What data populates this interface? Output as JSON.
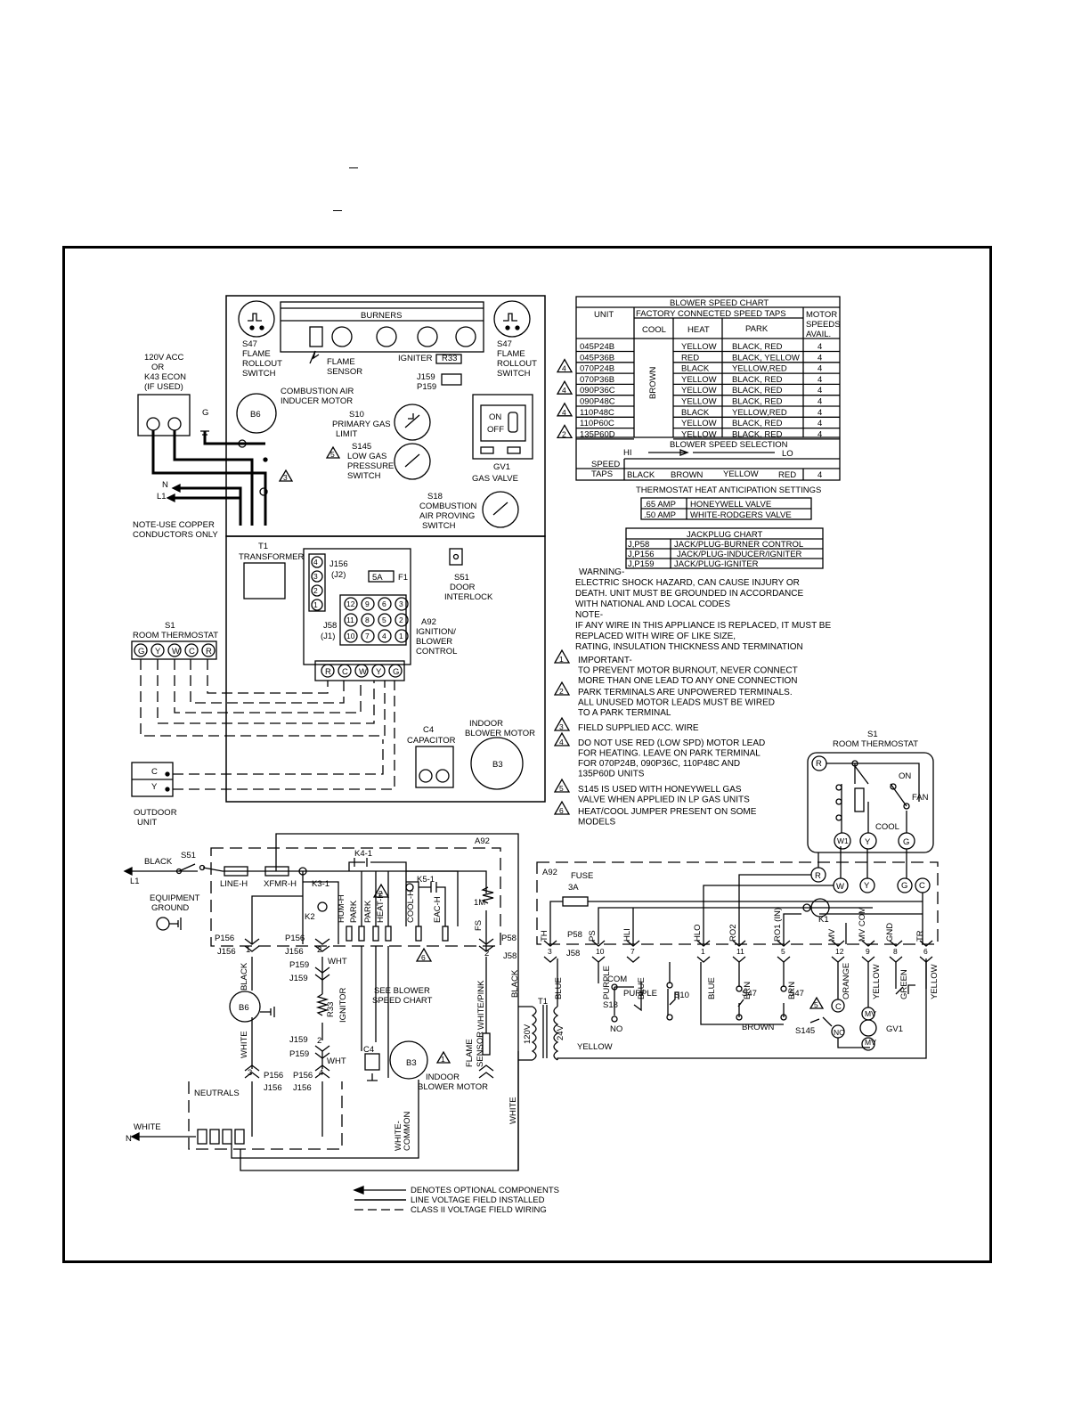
{
  "unit_panel": {
    "burners": "BURNERS",
    "s47_left": [
      "S47",
      "FLAME",
      "ROLLOUT",
      "SWITCH"
    ],
    "s47_right": [
      "S47",
      "FLAME",
      "ROLLOUT",
      "SWITCH"
    ],
    "flame_sensor": [
      "FLAME",
      "SENSOR"
    ],
    "igniter": "IGNITER",
    "r33": "R33",
    "j159": "J159",
    "p159": "P159",
    "combustion_air": [
      "COMBUSTION AIR",
      "INDUCER MOTOR"
    ],
    "b6": "B6",
    "s10": [
      "S10",
      "PRIMARY GAS",
      "LIMIT"
    ],
    "s145": [
      "S145",
      "LOW GAS",
      "PRESSURE",
      "SWITCH"
    ],
    "gv1": [
      "GV1",
      "GAS VALVE"
    ],
    "gv_on": "ON",
    "gv_off": "OFF",
    "s18": [
      "S18",
      "COMBUSTION",
      "AIR PROVING",
      "SWITCH"
    ],
    "t1": [
      "T1",
      "TRANSFORMER"
    ],
    "j156": [
      "J156",
      "(J2)"
    ],
    "fuse": "5A",
    "f1": "F1",
    "j58": [
      "J58",
      "(J1)"
    ],
    "j156_pins": [
      "4",
      "3",
      "2",
      "1"
    ],
    "j58_pins": [
      [
        "12",
        "9",
        "6",
        "3"
      ],
      [
        "11",
        "8",
        "5",
        "2"
      ],
      [
        "10",
        "7",
        "4",
        "1"
      ]
    ],
    "s51": [
      "S51",
      "DOOR",
      "INTERLOCK"
    ],
    "a92": [
      "A92",
      "IGNITION/",
      "BLOWER",
      "CONTROL"
    ],
    "terminals": [
      "R",
      "C",
      "W",
      "Y",
      "G"
    ],
    "c4": [
      "C4",
      "CAPACITOR"
    ],
    "indoor_blower": [
      "INDOOR",
      "BLOWER MOTOR"
    ],
    "b3": "B3"
  },
  "field": {
    "power_source": [
      "120V ACC",
      "OR",
      "K43 ECON",
      "(IF USED)"
    ],
    "ground": "G",
    "n": "N",
    "l1": "L1",
    "note": [
      "NOTE-USE COPPER",
      "CONDUCTORS ONLY"
    ],
    "thermostat": [
      "S1",
      "ROOM THERMOSTAT"
    ],
    "thermostat_terms": [
      "G",
      "Y",
      "W",
      "C",
      "R"
    ],
    "outdoor": [
      "OUTDOOR",
      "UNIT"
    ],
    "outdoor_terms": [
      "C",
      "Y"
    ]
  },
  "blower_chart": {
    "title": "BLOWER SPEED CHART",
    "col_unit": "UNIT",
    "col_factory": "FACTORY CONNECTED SPEED TAPS",
    "col_motor": [
      "MOTOR",
      "SPEEDS",
      "AVAIL."
    ],
    "col_cool": "COOL",
    "col_heat": "HEAT",
    "col_park": "PARK",
    "cool_value": "BROWN",
    "rows": [
      {
        "unit": "045P24B",
        "heat": "YELLOW",
        "park": "BLACK, RED",
        "speeds": "4",
        "mark": ""
      },
      {
        "unit": "045P36B",
        "heat": "RED",
        "park": "BLACK, YELLOW",
        "speeds": "4",
        "mark": ""
      },
      {
        "unit": "070P24B",
        "heat": "BLACK",
        "park": "YELLOW,RED",
        "speeds": "4",
        "mark": "4"
      },
      {
        "unit": "070P36B",
        "heat": "YELLOW",
        "park": "BLACK, RED",
        "speeds": "4",
        "mark": ""
      },
      {
        "unit": "090P36C",
        "heat": "YELLOW",
        "park": "BLACK, RED",
        "speeds": "4",
        "mark": "4"
      },
      {
        "unit": "090P48C",
        "heat": "YELLOW",
        "park": "BLACK, RED",
        "speeds": "4",
        "mark": ""
      },
      {
        "unit": "110P48C",
        "heat": "BLACK",
        "park": "YELLOW,RED",
        "speeds": "4",
        "mark": "4"
      },
      {
        "unit": "110P60C",
        "heat": "YELLOW",
        "park": "BLACK, RED",
        "speeds": "4",
        "mark": ""
      },
      {
        "unit": "135P60D",
        "heat": "YELLOW",
        "park": "BLACK, RED",
        "speeds": "4",
        "mark": "2"
      }
    ],
    "selection": "BLOWER SPEED SELECTION",
    "hi": "HI",
    "lo": "LO",
    "speed_taps": [
      "SPEED",
      "TAPS"
    ],
    "taps": [
      "BLACK",
      "BROWN",
      "YELLOW",
      "RED"
    ],
    "taps_count": "4"
  },
  "anticipation": {
    "title": "THERMOSTAT HEAT ANTICIPATION SETTINGS",
    "rows": [
      [
        ".65 AMP",
        "HONEYWELL VALVE"
      ],
      [
        ".50 AMP",
        "WHITE-RODGERS VALVE"
      ]
    ]
  },
  "jackplug": {
    "title": "JACKPLUG CHART",
    "rows": [
      [
        "J,P58",
        "JACK/PLUG-BURNER CONTROL"
      ],
      [
        "J,P156",
        "JACK/PLUG-INDUCER/IGNITER"
      ],
      [
        "J,P159",
        "JACK/PLUG-IGNITER"
      ]
    ]
  },
  "notes": {
    "warning": [
      "WARNING-",
      "ELECTRIC SHOCK HAZARD, CAN CAUSE INJURY OR",
      "DEATH. UNIT MUST BE GROUNDED IN ACCORDANCE",
      "WITH NATIONAL AND LOCAL CODES"
    ],
    "note": [
      "NOTE-",
      "IF ANY WIRE IN THIS APPLIANCE IS REPLACED, IT MUST BE",
      "REPLACED WITH WIRE OF LIKE SIZE,",
      "RATING, INSULATION THICKNESS AND TERMINATION"
    ],
    "items": [
      {
        "num": "1",
        "lines": [
          "IMPORTANT-",
          "TO PREVENT MOTOR BURNOUT, NEVER CONNECT",
          "MORE THAN ONE LEAD TO ANY ONE CONNECTION"
        ]
      },
      {
        "num": "2",
        "lines": [
          "PARK TERMINALS ARE UNPOWERED TERMINALS.",
          "ALL UNUSED MOTOR LEADS MUST BE WIRED",
          "TO A PARK TERMINAL"
        ]
      },
      {
        "num": "3",
        "lines": [
          "FIELD SUPPLIED ACC. WIRE"
        ]
      },
      {
        "num": "4",
        "lines": [
          "DO NOT USE RED (LOW SPD) MOTOR LEAD",
          "FOR HEATING. LEAVE ON PARK TERMINAL",
          "FOR 070P24B, 090P36C, 110P48C AND",
          "135P60D UNITS"
        ]
      },
      {
        "num": "5",
        "lines": [
          "S145 IS USED WITH HONEYWELL GAS",
          "VALVE WHEN APPLIED IN LP GAS UNITS"
        ]
      },
      {
        "num": "6",
        "lines": [
          "HEAT/COOL JUMPER PRESENT ON SOME",
          "MODELS"
        ]
      }
    ]
  },
  "thermostat_right": {
    "title": [
      "S1",
      "ROOM THERMOSTAT"
    ],
    "on": "ON",
    "fan": "FAN",
    "cool": "COOL",
    "r": "R",
    "terms": [
      "W1",
      "Y",
      "G"
    ]
  },
  "schematic": {
    "black": "BLACK",
    "s51": "S51",
    "l1": "L1",
    "a92": "A92",
    "line_h": "LINE-H",
    "xfmr_h": "XFMR-H",
    "k4_1": "K4-1",
    "k3_1": "K3-1",
    "k5_1": "K5-1",
    "k2": "K2",
    "one_m": "1M",
    "equip_ground": [
      "EQUIPMENT",
      "GROUND"
    ],
    "posts": [
      "HUM-H",
      "PARK",
      "PARK",
      "HEAT-H",
      "COOL-H",
      "EAC-H",
      "FS"
    ],
    "p156": "P156",
    "j156": "J156",
    "p58": "P58",
    "j58": "J58",
    "p159": "P159",
    "j159": "J159",
    "wht": "WHT",
    "pin1": "1",
    "pin2": "2",
    "pin3": "3",
    "pin4": "4",
    "black_wire": "BLACK",
    "white_wire": "WHITE",
    "b6": "B6",
    "r33": "R33",
    "ignitor": "IGNITOR",
    "see_chart": [
      "SEE BLOWER",
      "SPEED CHART"
    ],
    "c4": "C4",
    "b3": "B3",
    "indoor": [
      "INDOOR",
      "BLOWER MOTOR"
    ],
    "white_pink": "WHITE/PINK",
    "flame_sensor": [
      "FLAME",
      "SENSOR"
    ],
    "neutrals": "NEUTRALS",
    "white_in": "WHITE",
    "n": "N",
    "white_common": [
      "WHITE-",
      "COMMON"
    ],
    "white_long": "WHITE",
    "t1": "T1",
    "v120": "120V",
    "v24": "24V",
    "yellow_low": "YELLOW"
  },
  "low_voltage": {
    "a92": "A92",
    "fuse": "FUSE",
    "fuse_rating": "3A",
    "p58": "P58",
    "j58": "J58",
    "k1": "K1",
    "terminals": [
      "TH",
      "PS",
      "HLI",
      "HLO",
      "RO2",
      "RO1 (IN)",
      "MV",
      "MV COM",
      "GND",
      "TR"
    ],
    "pins": [
      "3",
      "10",
      "7",
      "1",
      "11",
      "5",
      "12",
      "9",
      "8",
      "6"
    ],
    "wire_colors": [
      "BLUE",
      "PURPLE",
      "BLUE",
      "BLUE",
      "BRN",
      "BRN",
      "ORANGE",
      "YELLOW",
      "GREEN",
      "YELLOW"
    ],
    "com": "COM",
    "purple": "PURPLE",
    "s18": "S18",
    "no": "NO",
    "s10": "S10",
    "s47a": "S47",
    "s47b": "S47",
    "brown": "BROWN",
    "s145": "S145",
    "c": "C",
    "no2": "NO",
    "gv1": "GV1",
    "mv": "MV",
    "r": "R",
    "w": "W",
    "y": "Y",
    "g": "G",
    "cc": "C"
  },
  "legend": [
    "DENOTES OPTIONAL COMPONENTS",
    "LINE VOLTAGE FIELD INSTALLED",
    "CLASS II VOLTAGE FIELD WIRING"
  ]
}
